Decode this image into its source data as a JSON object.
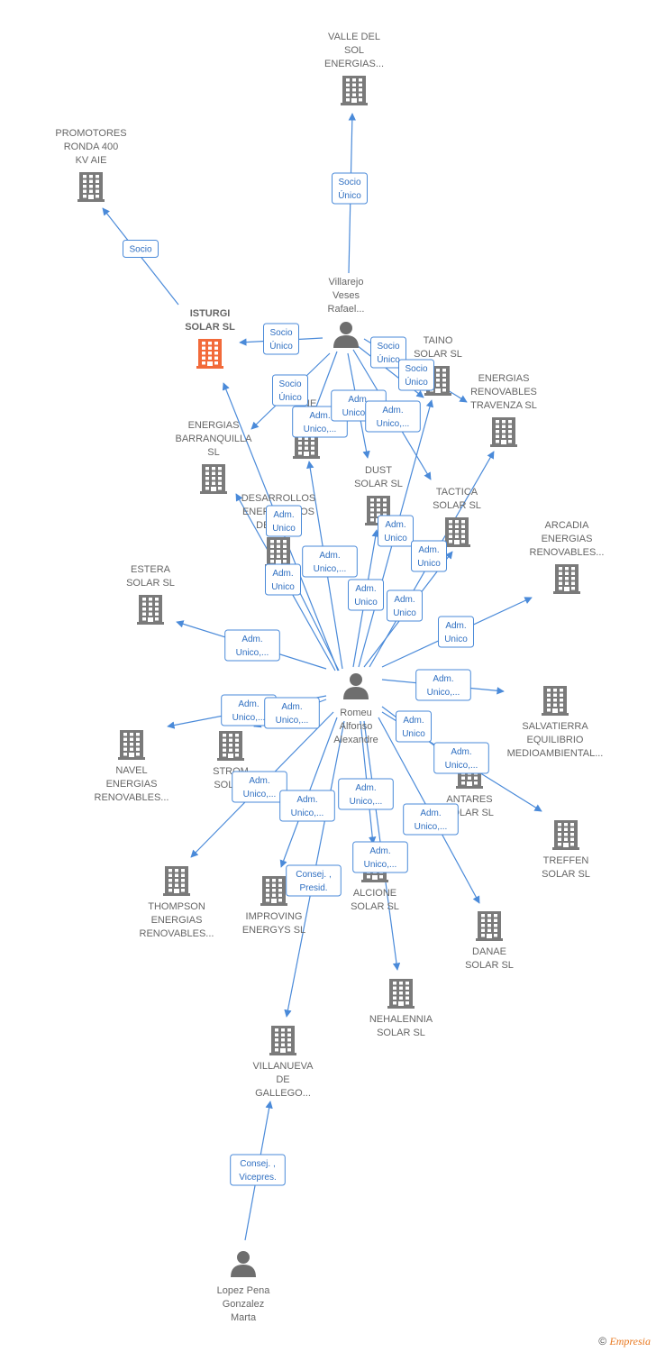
{
  "colors": {
    "edge": "#4a8ad9",
    "building": "#7a7a7a",
    "highlight": "#f26a3a",
    "person": "#6e6e6e"
  },
  "nodes": [
    {
      "id": "valle",
      "type": "company",
      "label": [
        "VALLE DEL",
        "SOL",
        "ENERGIAS..."
      ]
    },
    {
      "id": "promotores",
      "type": "company",
      "label": [
        "PROMOTORES",
        "RONDA 400",
        "KV AIE"
      ]
    },
    {
      "id": "villarejo",
      "type": "person",
      "label": [
        "Villarejo",
        "Veses",
        "Rafael..."
      ]
    },
    {
      "id": "isturgi",
      "type": "company",
      "main": true,
      "label": [
        "ISTURGI",
        "SOLAR  SL"
      ]
    },
    {
      "id": "taino",
      "type": "company",
      "label": [
        "TAINO",
        "SOLAR  SL"
      ]
    },
    {
      "id": "travenza",
      "type": "company",
      "label": [
        "ENERGIAS",
        "RENOVABLES",
        "TRAVENZA  SL"
      ]
    },
    {
      "id": "ember",
      "type": "company",
      "label": [
        "ENE",
        "MBER"
      ]
    },
    {
      "id": "barranquilla",
      "type": "company",
      "label": [
        "ENERGIAS",
        "BARRANQUILLA",
        "SL"
      ]
    },
    {
      "id": "dust",
      "type": "company",
      "label": [
        "DUST",
        "SOLAR  SL"
      ]
    },
    {
      "id": "tactica",
      "type": "company",
      "label": [
        "TACTICA",
        "SOLAR  SL"
      ]
    },
    {
      "id": "desarrollos",
      "type": "company",
      "label": [
        "DESARROLLOS",
        "ENERGETICOS",
        "DEL ...  SL"
      ]
    },
    {
      "id": "arcadia",
      "type": "company",
      "label": [
        "ARCADIA",
        "ENERGIAS",
        "RENOVABLES..."
      ]
    },
    {
      "id": "estera",
      "type": "company",
      "label": [
        "ESTERA",
        "SOLAR  SL"
      ]
    },
    {
      "id": "romeu",
      "type": "person",
      "label": [
        "Romeu",
        "Alfonso",
        "Alexandre"
      ]
    },
    {
      "id": "salvatierra",
      "type": "company",
      "label": [
        "SALVATIERRA",
        "EQUILIBRIO",
        "MEDIOAMBIENTAL..."
      ]
    },
    {
      "id": "navel",
      "type": "company",
      "label": [
        "NAVEL",
        "ENERGIAS",
        "RENOVABLES..."
      ]
    },
    {
      "id": "strom",
      "type": "company",
      "label": [
        "STROM",
        "SOLAR"
      ]
    },
    {
      "id": "antares",
      "type": "company",
      "label": [
        "ANTARES",
        "SOLAR  SL"
      ]
    },
    {
      "id": "treffen",
      "type": "company",
      "label": [
        "TREFFEN",
        "SOLAR  SL"
      ]
    },
    {
      "id": "thompson",
      "type": "company",
      "label": [
        "THOMPSON",
        "ENERGIAS",
        "RENOVABLES..."
      ]
    },
    {
      "id": "improving",
      "type": "company",
      "label": [
        "IMPROVING",
        "ENERGYS  SL"
      ]
    },
    {
      "id": "alcione",
      "type": "company",
      "label": [
        "ALCIONE",
        "SOLAR  SL"
      ]
    },
    {
      "id": "danae",
      "type": "company",
      "label": [
        "DANAE",
        "SOLAR  SL"
      ]
    },
    {
      "id": "nehalennia",
      "type": "company",
      "label": [
        "NEHALENNIA",
        "SOLAR  SL"
      ]
    },
    {
      "id": "villanueva",
      "type": "company",
      "label": [
        "VILLANUEVA",
        "DE",
        "GALLEGO..."
      ]
    },
    {
      "id": "lopez",
      "type": "person",
      "label": [
        "Lopez Pena",
        "Gonzalez",
        "Marta"
      ]
    }
  ],
  "edges": [
    {
      "from": "villarejo",
      "to": "valle",
      "label": [
        "Socio",
        "Único"
      ]
    },
    {
      "from": "isturgi",
      "to": "promotores",
      "label": [
        "Socio"
      ]
    },
    {
      "from": "villarejo",
      "to": "isturgi",
      "label": [
        "Socio",
        "Único"
      ]
    },
    {
      "from": "villarejo",
      "to": "taino",
      "label": [
        "Socio",
        "Único"
      ]
    },
    {
      "from": "villarejo",
      "to": "travenza",
      "label": [
        "Socio",
        "Único"
      ]
    },
    {
      "from": "villarejo",
      "to": "barranquilla",
      "label": [
        "Socio",
        "Único"
      ]
    },
    {
      "from": "villarejo",
      "to": "ember",
      "label": [
        "Adm.",
        "Unico,..."
      ]
    },
    {
      "from": "villarejo",
      "to": "dust",
      "label": [
        "Adm.",
        "Unico,..."
      ]
    },
    {
      "from": "villarejo",
      "to": "tactica",
      "label": [
        "Adm.",
        "Unico,..."
      ]
    },
    {
      "from": "romeu",
      "to": "isturgi",
      "label": []
    },
    {
      "from": "romeu",
      "to": "ember",
      "label": [
        "Adm.",
        "Unico"
      ]
    },
    {
      "from": "romeu",
      "to": "barranquilla",
      "label": [
        "Adm.",
        "Unico"
      ]
    },
    {
      "from": "romeu",
      "to": "desarrollos",
      "label": [
        "Adm.",
        "Unico,..."
      ]
    },
    {
      "from": "romeu",
      "to": "dust",
      "label": [
        "Adm.",
        "Unico"
      ]
    },
    {
      "from": "romeu",
      "to": "taino",
      "label": [
        "Adm.",
        "Unico"
      ]
    },
    {
      "from": "romeu",
      "to": "tactica",
      "label": [
        "Adm.",
        "Unico"
      ]
    },
    {
      "from": "romeu",
      "to": "travenza",
      "label": [
        "Adm.",
        "Unico"
      ]
    },
    {
      "from": "romeu",
      "to": "arcadia",
      "label": [
        "Adm.",
        "Unico"
      ]
    },
    {
      "from": "romeu",
      "to": "estera",
      "label": [
        "Adm.",
        "Unico,..."
      ]
    },
    {
      "from": "romeu",
      "to": "salvatierra",
      "label": [
        "Adm.",
        "Unico,..."
      ]
    },
    {
      "from": "romeu",
      "to": "navel",
      "label": [
        "Adm.",
        "Unico,..."
      ]
    },
    {
      "from": "romeu",
      "to": "strom",
      "label": [
        "Adm.",
        "Unico,..."
      ]
    },
    {
      "from": "romeu",
      "to": "antares",
      "label": [
        "Adm.",
        "Unico"
      ]
    },
    {
      "from": "romeu",
      "to": "treffen",
      "label": [
        "Adm.",
        "Unico,..."
      ]
    },
    {
      "from": "romeu",
      "to": "thompson",
      "label": [
        "Adm.",
        "Unico,..."
      ]
    },
    {
      "from": "romeu",
      "to": "improving",
      "label": [
        "Adm.",
        "Unico,..."
      ]
    },
    {
      "from": "romeu",
      "to": "alcione",
      "label": [
        "Adm.",
        "Unico,..."
      ]
    },
    {
      "from": "romeu",
      "to": "danae",
      "label": [
        "Adm.",
        "Unico,..."
      ]
    },
    {
      "from": "romeu",
      "to": "nehalennia",
      "label": [
        "Adm.",
        "Unico,..."
      ]
    },
    {
      "from": "romeu",
      "to": "villanueva",
      "label": [
        "Consej. ,",
        "Presid."
      ]
    },
    {
      "from": "lopez",
      "to": "villanueva",
      "label": [
        "Consej. ,",
        "Vicepres."
      ]
    }
  ],
  "footer": {
    "copyright": "©",
    "brand": "Empresia"
  }
}
